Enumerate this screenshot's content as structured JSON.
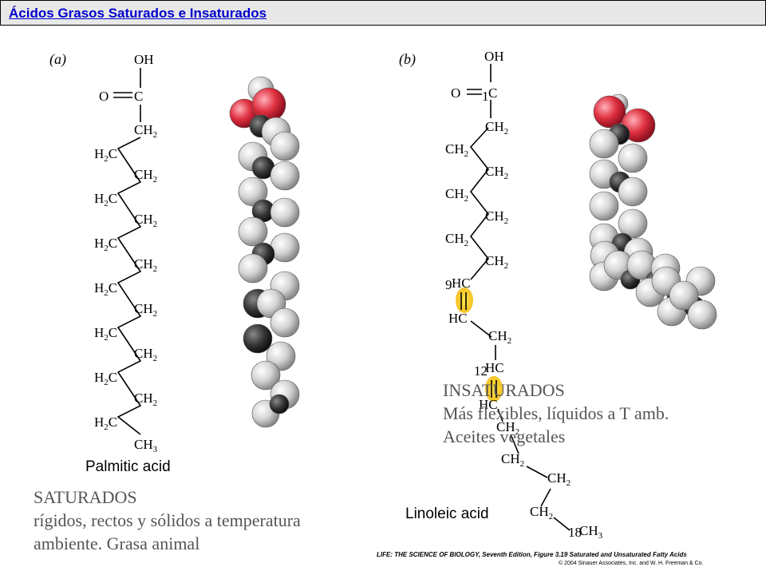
{
  "header": {
    "title": "Ácidos Grasos Saturados e Insaturados"
  },
  "panel_a": {
    "label": "(a)",
    "name": "Palmitic acid",
    "atoms": {
      "oh": "OH",
      "o": "O",
      "c": "C",
      "ch": "CH",
      "h": "H",
      "sub2": "2",
      "sub3": "3"
    }
  },
  "panel_b": {
    "label": "(b)",
    "name": "Linoleic acid",
    "atoms": {
      "hc": "HC",
      "c1": "1",
      "c9": "9",
      "c12": "12",
      "c18": "18"
    }
  },
  "saturados": {
    "title": "SATURADOS",
    "line1": "rígidos, rectos y sólidos a temperatura",
    "line2": "ambiente. Grasa animal"
  },
  "insaturados": {
    "title": "INSATURADOS",
    "line1": "Más flexibles, líquidos a T amb.",
    "line2": "Aceites vegetales"
  },
  "credit": {
    "line1": "LIFE: THE SCIENCE OF BIOLOGY, Seventh Edition, Figure 3.19 Saturated and Unsaturated Fatty Acids",
    "line2": "© 2004 Sinauer Associates, Inc. and W. H. Freeman & Co."
  },
  "colors": {
    "oxygen": "#e03040",
    "carbon": "#222222",
    "hydrogen": "#d8d8d8",
    "double_bond_highlight": "#f2c300",
    "link": "#0000cc"
  }
}
